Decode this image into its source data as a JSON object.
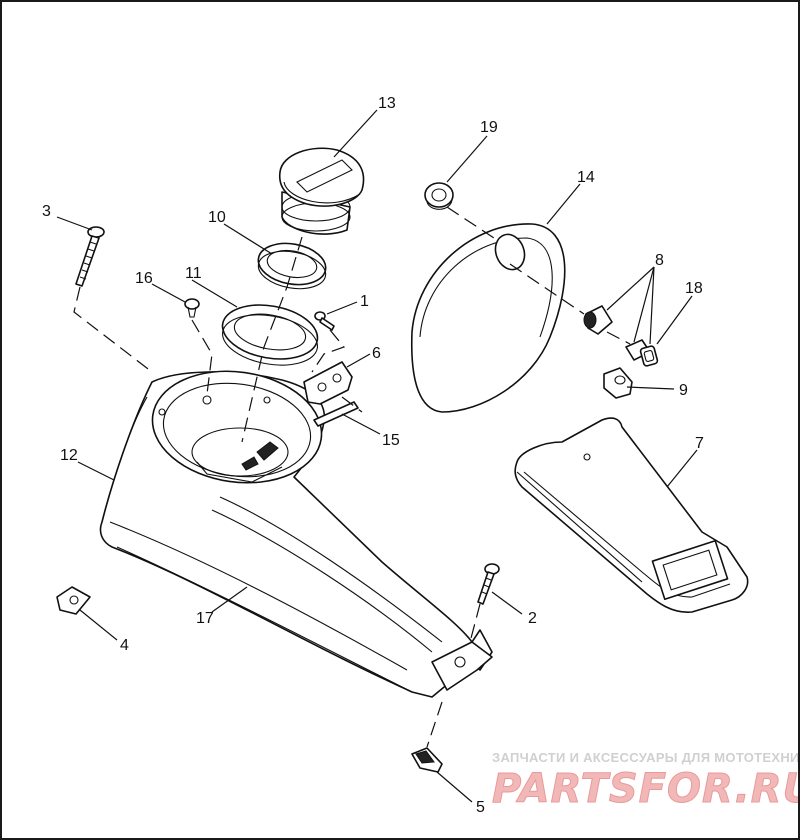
{
  "callouts": {
    "c1": "1",
    "c2": "2",
    "c3": "3",
    "c4": "4",
    "c5": "5",
    "c6": "6",
    "c7": "7",
    "c8": "8",
    "c9": "9",
    "c10": "10",
    "c11": "11",
    "c12": "12",
    "c13": "13",
    "c14": "14",
    "c15": "15",
    "c16": "16",
    "c17": "17",
    "c18": "18",
    "c19": "19"
  },
  "watermark": {
    "caption": "ЗАПЧАСТИ И АКСЕССУАРЫ ДЛЯ МОТОТЕХНИКИ",
    "logo": "PARTSFOR.RU"
  }
}
